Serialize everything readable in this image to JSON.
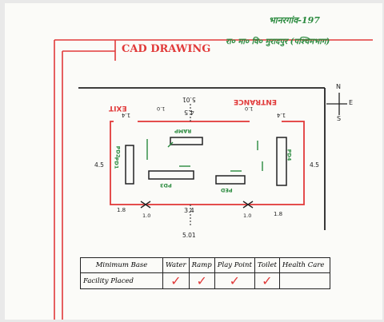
{
  "header": {
    "village_no": "भानरगांव-197",
    "school_name": "रा० मा० वि० मुरादपुर (पश्चिमभाग)",
    "title": "CAD DRAWING"
  },
  "compass": {
    "north": "N",
    "east": "E",
    "south": "S"
  },
  "plan": {
    "exit_label": "EXIT",
    "entrance_label": "ENTRANCE",
    "top_dimension": "5.01",
    "mid_top_dimension": "4.5",
    "bottom_dimension": "5.01",
    "mid_bottom_dimension": "3.4",
    "side_dimension_left": "4.5",
    "side_dimension_right": "4.5",
    "corner_tl": "1.4",
    "corner_tr": "1.4",
    "corner_bl": "1.8",
    "corner_br": "1.8",
    "mark_a": "1.0",
    "mark_b": "1.0",
    "mark_c": "1.0",
    "mark_d": "1.0",
    "label_ramp": "RAMP",
    "label_pd1": "PD1",
    "label_pd2": "PD2",
    "label_pd3": "PD3",
    "label_pd4": "PD4",
    "label_ped": "PED"
  },
  "facility_table": {
    "row1_label": "Minimum Base",
    "columns": [
      "Water",
      "Ramp",
      "Play Point",
      "Toilet",
      "Health Care"
    ],
    "row2_label": "Facility Placed",
    "check": "✓",
    "checked": [
      true,
      true,
      true,
      true,
      false
    ]
  },
  "colors": {
    "red": "#e13a3a",
    "green": "#2a8a3e",
    "ink": "#222222"
  }
}
